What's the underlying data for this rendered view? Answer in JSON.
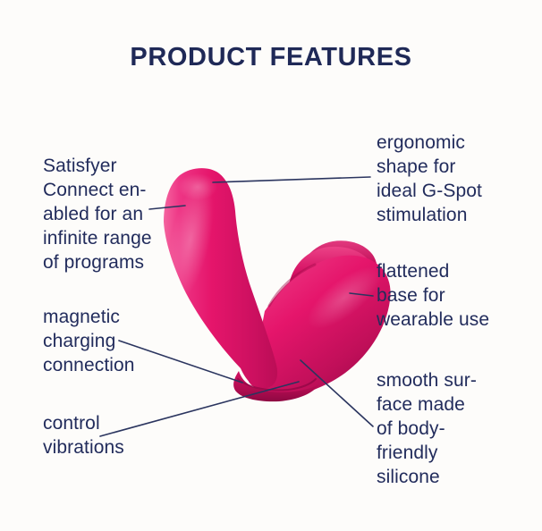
{
  "title": "PRODUCT FEATURES",
  "colors": {
    "text_navy": "#222c5c",
    "line_navy": "#2b355f",
    "product_pink": "#e5156b",
    "product_pink_light": "#f4649f",
    "product_pink_dark": "#a50b4c",
    "background": "#fdfcfa"
  },
  "product": {
    "alt": "pink wearable vibrator with curved g-spot arm and flattened ridged base"
  },
  "features": [
    {
      "id": "satisfyer-connect",
      "text": "Satisfyer\nConnect en-\nabled for an\ninfinite range\nof programs"
    },
    {
      "id": "magnetic-charging",
      "text": "magnetic\ncharging\nconnection"
    },
    {
      "id": "control-vibrations",
      "text": "control\nvibrations"
    },
    {
      "id": "ergonomic-shape",
      "text": "ergonomic\nshape for\nideal G-Spot\nstimulation"
    },
    {
      "id": "flattened-base",
      "text": "flattened\nbase for\nwearable use"
    },
    {
      "id": "smooth-surface",
      "text": "smooth sur-\nface made\nof body-\nfriendly\nsilicone"
    }
  ]
}
